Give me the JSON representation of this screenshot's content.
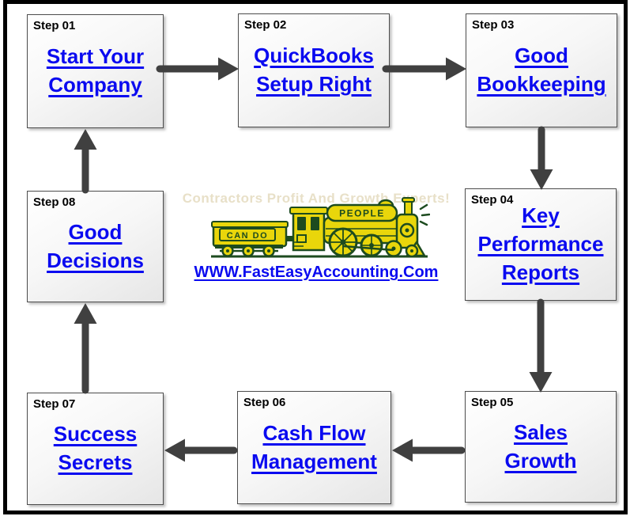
{
  "diagram": {
    "steps": [
      {
        "label": "Step 01",
        "line1": "Start Your",
        "line2": "Company"
      },
      {
        "label": "Step 02",
        "line1": "QuickBooks",
        "line2": "Setup Right"
      },
      {
        "label": "Step 03",
        "line1": "Good",
        "line2": "Bookkeeping"
      },
      {
        "label": "Step 04",
        "line1": "Key",
        "line2": "Performance",
        "line3": "Reports"
      },
      {
        "label": "Step 05",
        "line1": "Sales",
        "line2": "Growth"
      },
      {
        "label": "Step 06",
        "line1": "Cash Flow",
        "line2": "Management"
      },
      {
        "label": "Step 07",
        "line1": "Success",
        "line2": "Secrets"
      },
      {
        "label": "Step 08",
        "line1": "Good",
        "line2": "Decisions"
      }
    ],
    "arrows": [
      {
        "from": "Step 01",
        "to": "Step 02"
      },
      {
        "from": "Step 02",
        "to": "Step 03"
      },
      {
        "from": "Step 03",
        "to": "Step 04"
      },
      {
        "from": "Step 04",
        "to": "Step 05"
      },
      {
        "from": "Step 05",
        "to": "Step 06"
      },
      {
        "from": "Step 06",
        "to": "Step 07"
      },
      {
        "from": "Step 07",
        "to": "Step 08"
      },
      {
        "from": "Step 08",
        "to": "Step 01"
      }
    ]
  },
  "center": {
    "watermark": "Contractors Profit And Growth Experts!",
    "train": {
      "tender_label": "CAN DO",
      "boiler_label": "PEOPLE"
    },
    "website": "WWW.FastEasyAccounting.Com"
  },
  "colors": {
    "link_blue": "#0a0af0",
    "arrow_gray": "#404040",
    "box_border_gray": "#4d4d4d",
    "frame_black": "#000000",
    "train_yellow": "#e9d60b",
    "train_green": "#1d4b1f",
    "watermark_tan": "#e8e0c8"
  }
}
